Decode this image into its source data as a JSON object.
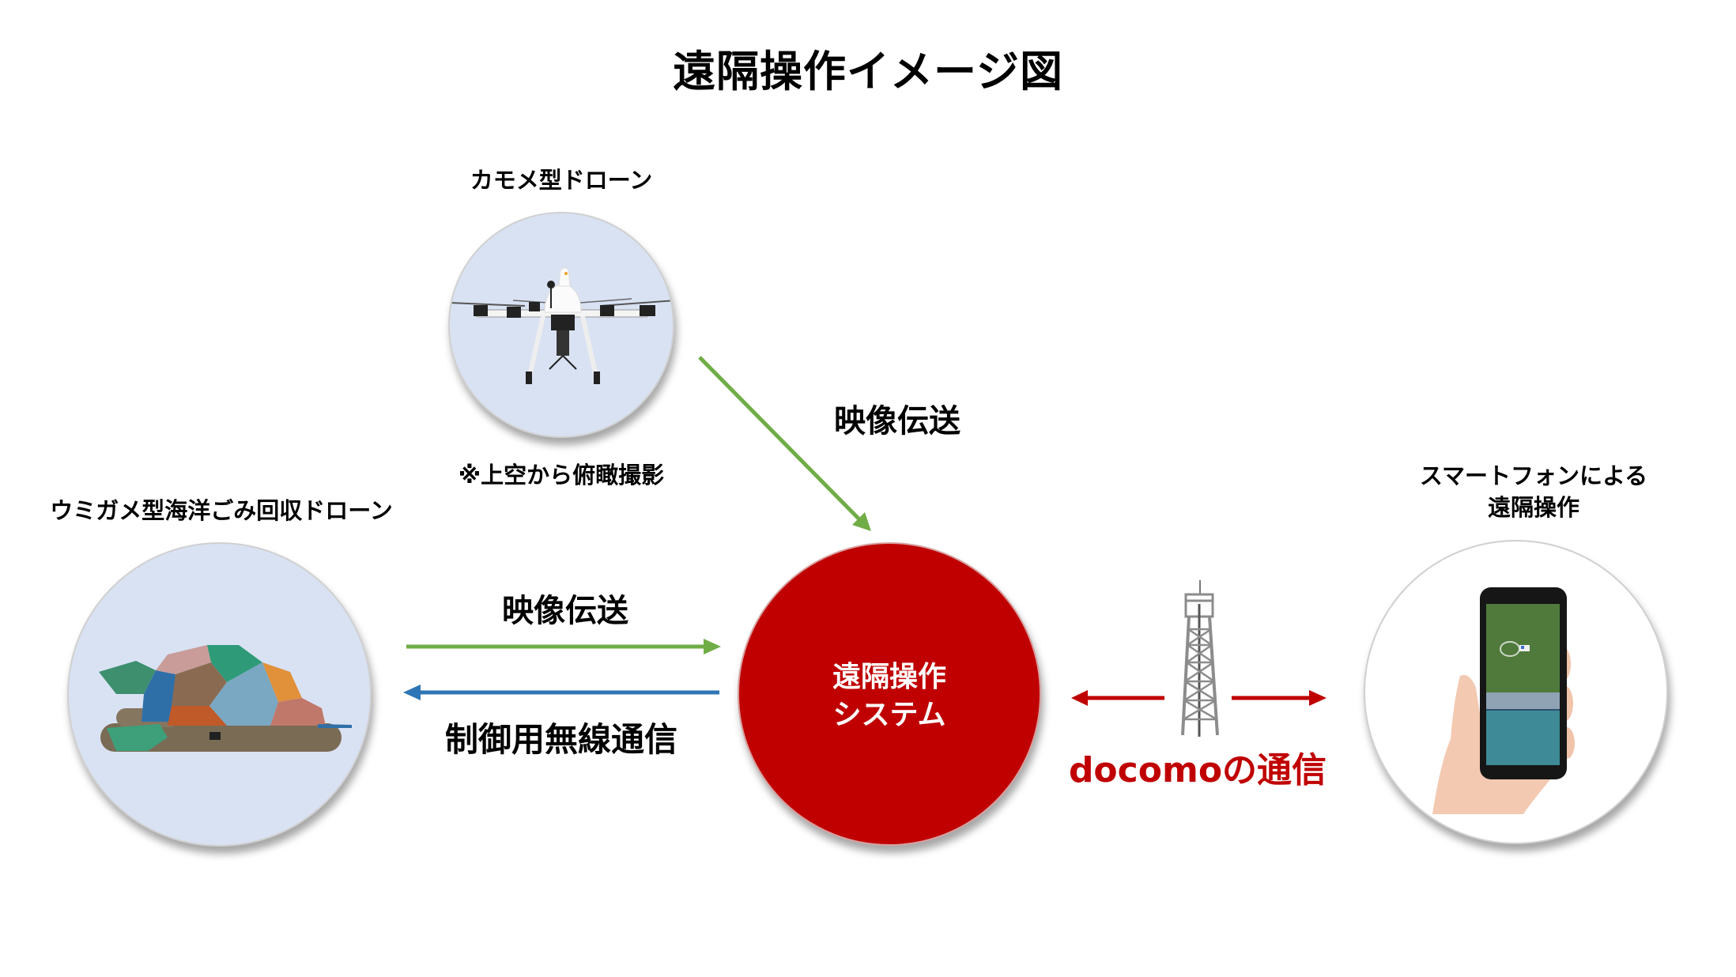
{
  "title": "遠隔操作イメージ図",
  "colors": {
    "green_arrow": "#70ad47",
    "blue_arrow": "#2e75b6",
    "red_accent": "#c00000",
    "circle_fill": "#d9e2f3",
    "tower_gray": "#8c8c8c"
  },
  "nodes": {
    "seagull_drone": {
      "label": "カモメ型ドローン",
      "note": "※上空から俯瞰撮影",
      "icon": "seagull-drone-photo"
    },
    "turtle_drone": {
      "label": "ウミガメ型海洋ごみ回収ドローン",
      "icon": "sea-turtle-drone-photo"
    },
    "remote_system": {
      "line1": "遠隔操作",
      "line2": "システム"
    },
    "smartphone": {
      "line1": "スマートフォンによる",
      "line2": "遠隔操作",
      "icon": "hand-holding-smartphone-photo"
    }
  },
  "edges": {
    "seagull_to_system": {
      "label": "映像伝送",
      "direction": "seagull-drone → remote-system"
    },
    "turtle_to_system": {
      "label": "映像伝送",
      "direction": "turtle-drone → remote-system"
    },
    "system_to_turtle": {
      "label": "制御用無線通信",
      "direction": "remote-system → turtle-drone"
    },
    "docomo": {
      "label": "docomoの通信",
      "direction": "bidirectional remote-system ↔ smartphone",
      "icon": "cell-tower"
    }
  }
}
